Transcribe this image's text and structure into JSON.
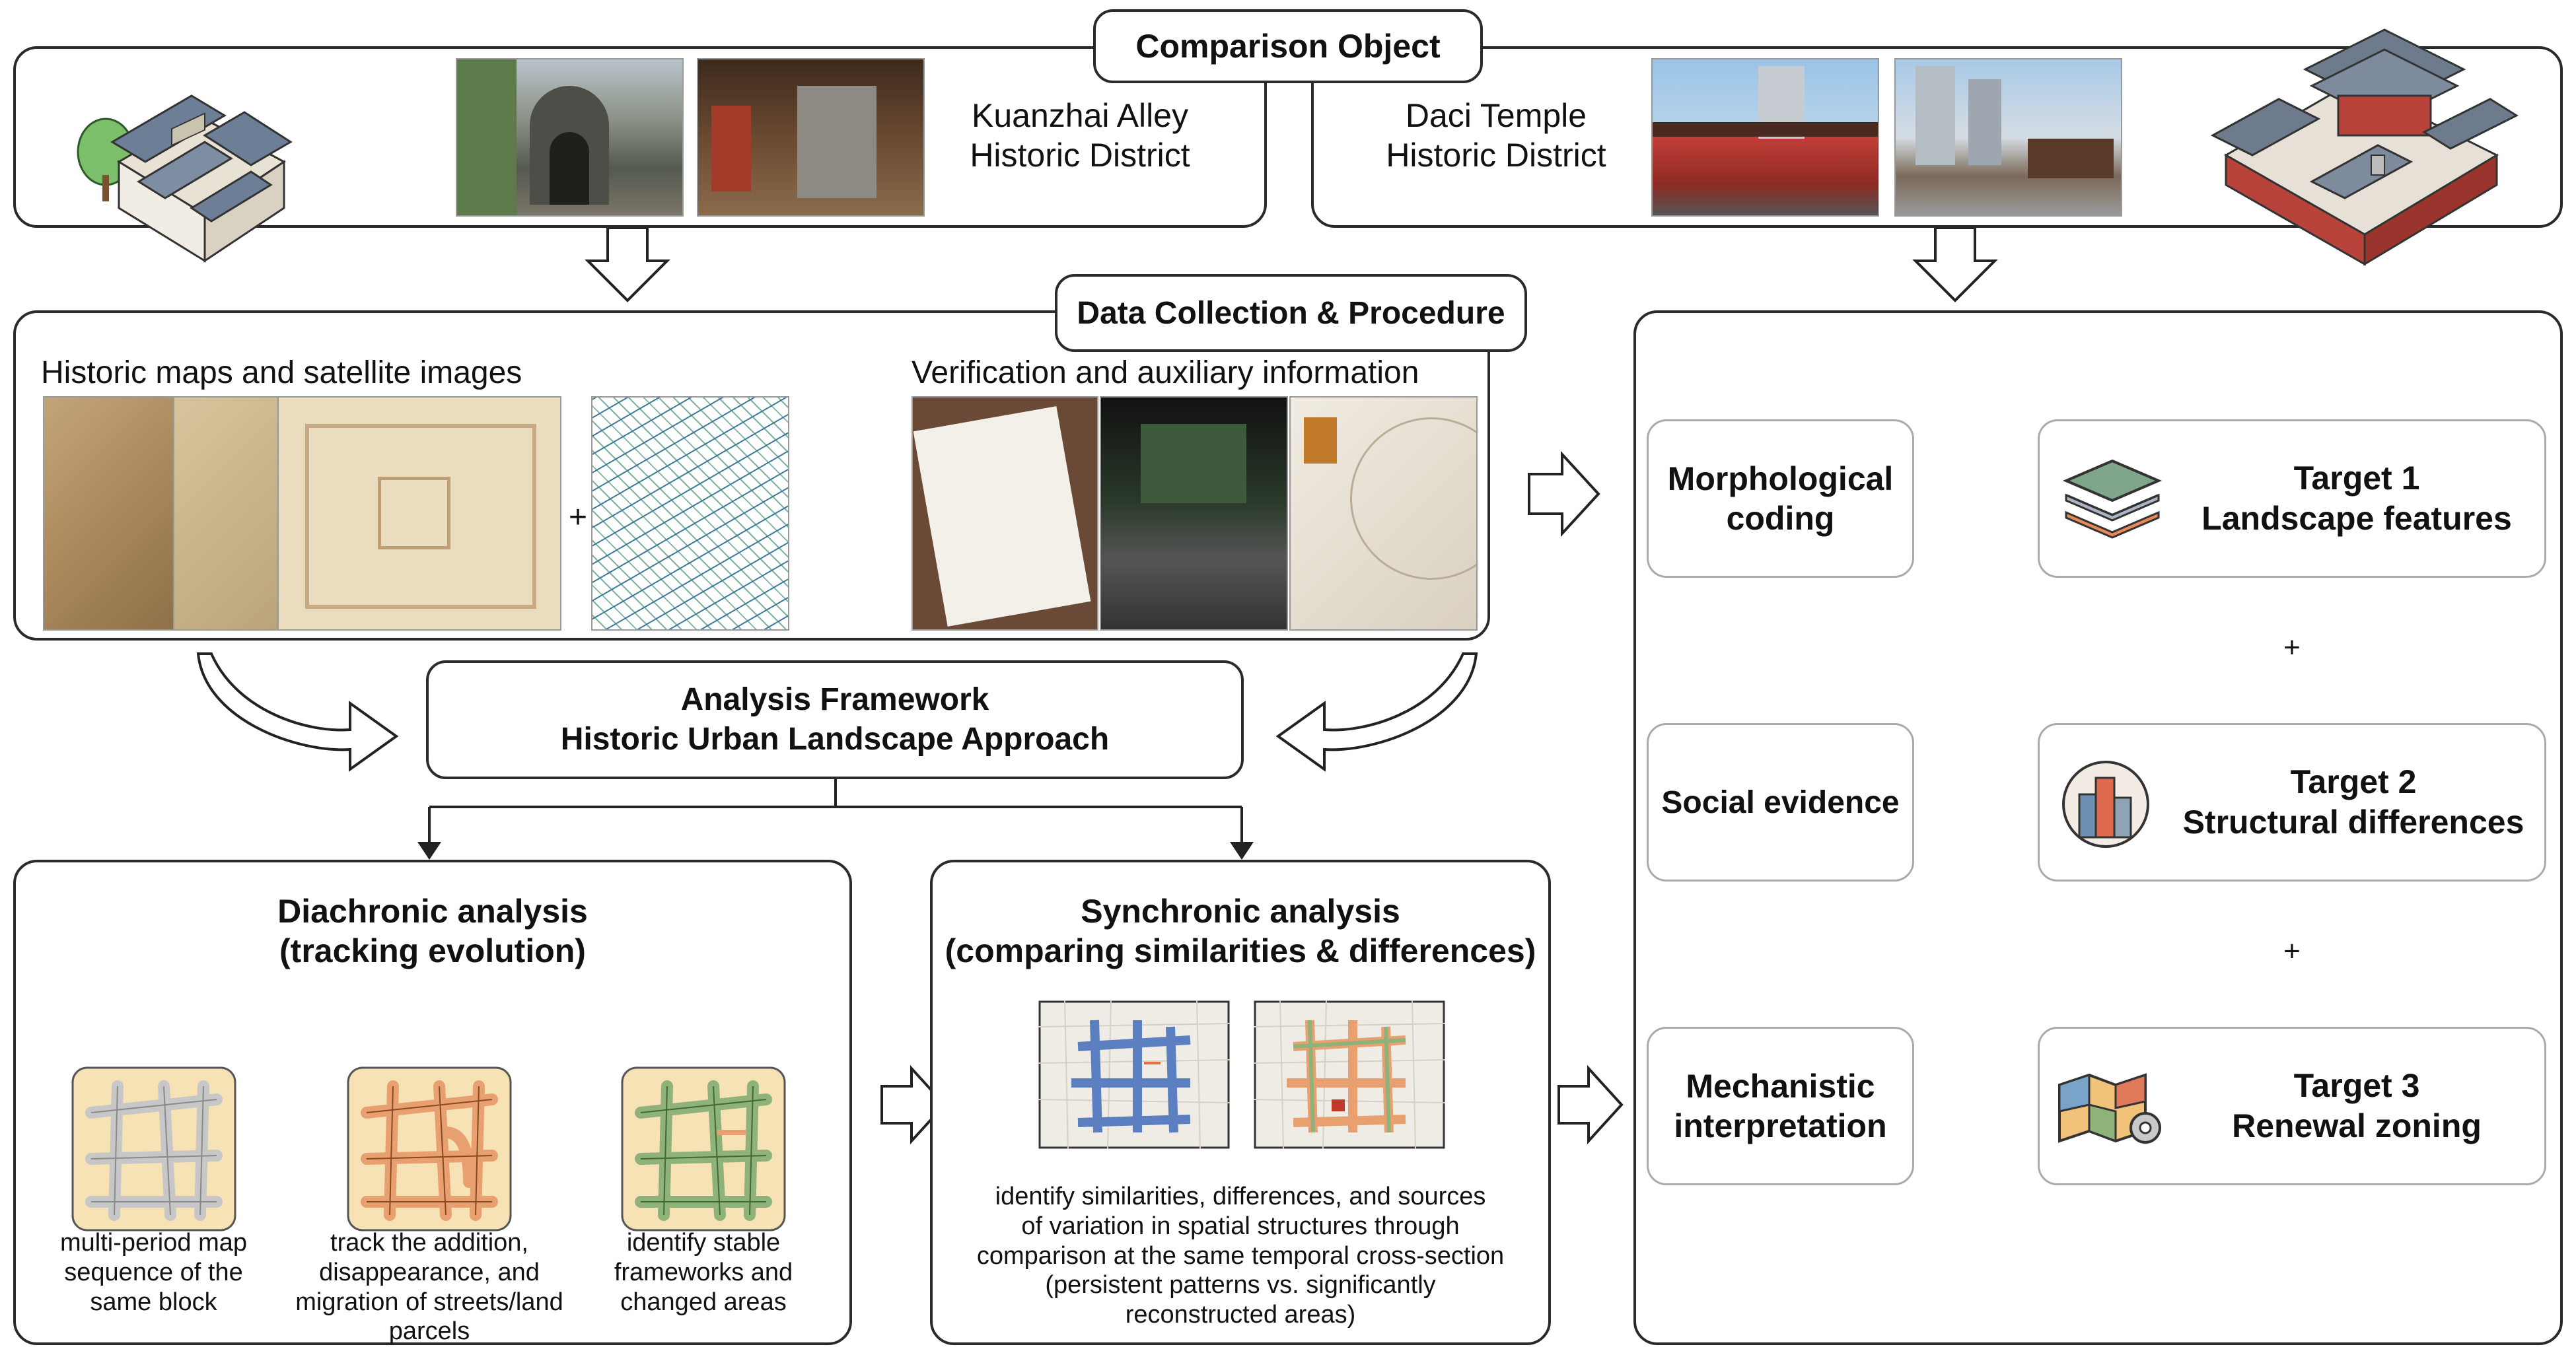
{
  "comparison": {
    "title": "Comparison Object",
    "left_site": "Kuanzhai Alley\nHistoric District",
    "right_site": "Daci Temple\nHistoric District"
  },
  "data_collection": {
    "title": "Data Collection & Procedure",
    "maps_label": "Historic maps and satellite images",
    "plus": "+",
    "verify_label": "Verification and auxiliary information"
  },
  "framework": {
    "line1": "Analysis Framework",
    "line2": "Historic Urban Landscape Approach"
  },
  "diachronic": {
    "title": "Diachronic analysis\n(tracking evolution)",
    "steps": [
      "multi-period map\nsequence of the\nsame block",
      "track the addition,\ndisappearance, and\nmigration of streets/land\nparcels",
      "identify stable\nframeworks and\nchanged areas"
    ]
  },
  "synchronic": {
    "title": "Synchronic analysis\n(comparing similarities & differences)",
    "description": "identify similarities, differences, and sources\nof variation in spatial structures through\ncomparison at the same temporal cross-section\n(persistent patterns vs. significantly\nreconstructed areas)"
  },
  "process": {
    "steps": [
      "Morphological\ncoding",
      "Social evidence",
      "Mechanistic\ninterpretation"
    ]
  },
  "targets": {
    "items": [
      {
        "title": "Target 1\nLandscape features",
        "icon": "layers-icon"
      },
      {
        "title": "Target 2\nStructural differences",
        "icon": "buildings-icon"
      },
      {
        "title": "Target 3\nRenewal zoning",
        "icon": "zoning-map-icon"
      }
    ],
    "plus": "+"
  },
  "colors": {
    "timeline_gray": "#c9c9c9",
    "timeline_orange": "#e8a070",
    "timeline_green": "#8fb27a",
    "map_bg": "#f6e2b4",
    "street_blue": "#5b7fc0"
  }
}
